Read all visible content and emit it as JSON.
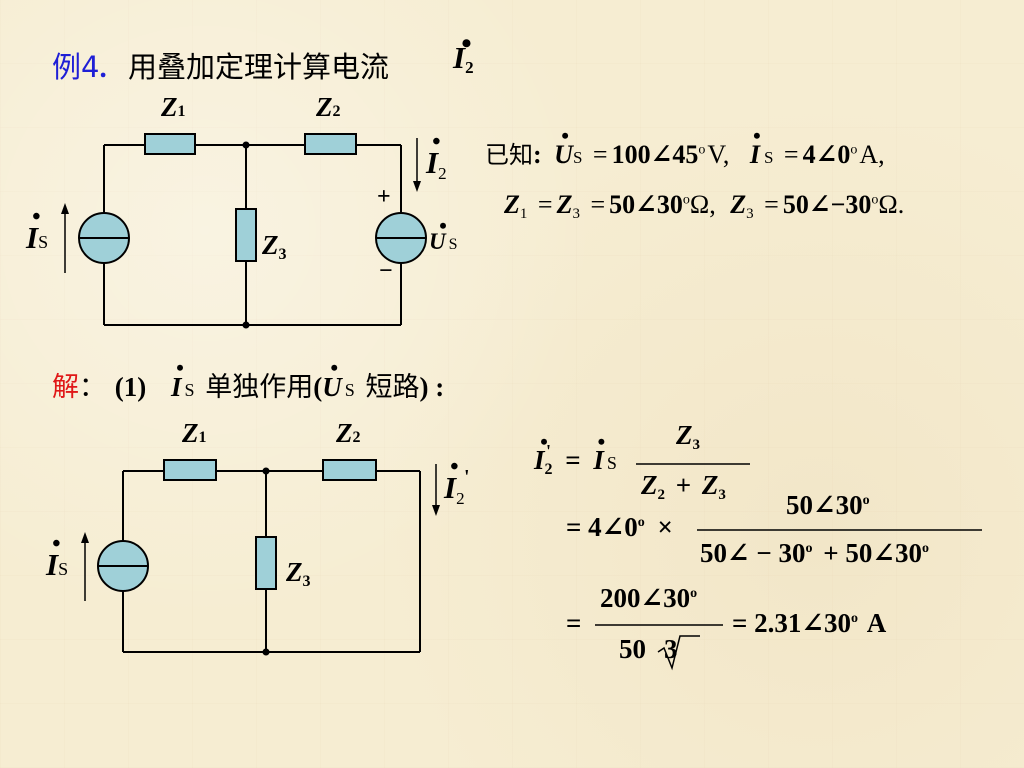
{
  "title": {
    "example_label": "例4",
    "example_dot": ".",
    "text": "用叠加定理计算电流",
    "current_var": "I",
    "current_sub": "2"
  },
  "known": {
    "label": "已知",
    "colon": ":",
    "us_var": "U",
    "us_sub": "S",
    "us_value": "100∠45",
    "us_deg": "o",
    "us_unit": "V,",
    "is_var": "I",
    "is_sub": "S",
    "is_value": "4∠0",
    "is_deg": "o",
    "is_unit": "A,",
    "line2": {
      "z1": "Z",
      "z1_sub": "1",
      "z3a": "Z",
      "z3a_sub": "3",
      "z_value": "50∠30",
      "z_deg": "o",
      "z_unit": "Ω,",
      "z3b": "Z",
      "z3b_sub": "3",
      "z3_value": "50∠−30",
      "z3_deg": "o",
      "z3_unit": "Ω."
    }
  },
  "circuit1": {
    "z1": "Z",
    "z1_sub": "1",
    "z2": "Z",
    "z2_sub": "2",
    "z3": "Z",
    "z3_sub": "3",
    "is": "I",
    "is_sub": "S",
    "us": "U",
    "us_sub": "S",
    "i2": "I",
    "i2_sub": "2",
    "plus": "+",
    "minus": "−"
  },
  "solution": {
    "label": "解",
    "colon": "：",
    "step": "(1)",
    "is_var": "I",
    "is_sub": "S",
    "text1": "单独作用",
    "paren_open": "(",
    "us_var": "U",
    "us_sub": "S",
    "text2": "短路",
    "paren_close": ") :"
  },
  "circuit2": {
    "z1": "Z",
    "z1_sub": "1",
    "z2": "Z",
    "z2_sub": "2",
    "z3": "Z",
    "z3_sub": "3",
    "is": "I",
    "is_sub": "S",
    "i2": "I",
    "i2_sub": "2",
    "i2_prime": "'"
  },
  "equations": {
    "lhs_var": "I",
    "lhs_sub": "2",
    "lhs_prime": "'",
    "eq": "=",
    "is_var": "I",
    "is_sub": "S",
    "num1": "Z",
    "num1_sub": "3",
    "den1_a": "Z",
    "den1_a_sub": "2",
    "den1_plus": "+",
    "den1_b": "Z",
    "den1_b_sub": "3",
    "line2_prefix": "= 4∠0",
    "line2_deg": "o",
    "line2_times": "×",
    "num2": "50∠30",
    "num2_deg": "o",
    "den2": "50∠ − 30",
    "den2_deg": "o",
    "den2_plus": "+ 50∠30",
    "den2_deg2": "o",
    "line3_prefix": "=",
    "num3": "200∠30",
    "num3_deg": "o",
    "den3": "50",
    "den3_root": "3",
    "result": "= 2.31∠30",
    "result_deg": "o",
    "result_unit": "A"
  }
}
